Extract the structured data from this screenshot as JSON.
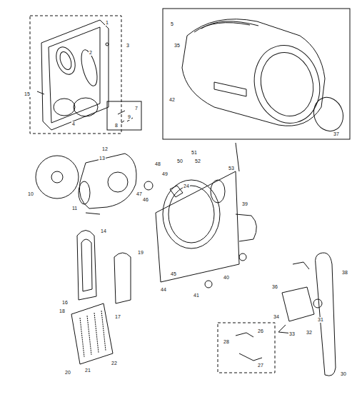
{
  "diagram": {
    "labels": [
      "1",
      "3",
      "2",
      "15",
      "4",
      "5",
      "35",
      "42",
      "37",
      "10",
      "11",
      "12",
      "13",
      "9",
      "7",
      "8",
      "48",
      "50",
      "49",
      "46",
      "47",
      "24",
      "53",
      "39",
      "52",
      "51",
      "40",
      "41",
      "14",
      "16",
      "18",
      "19",
      "17",
      "20",
      "21",
      "22",
      "36",
      "38",
      "34",
      "33",
      "32",
      "31",
      "30",
      "26",
      "27",
      "28",
      "45",
      "44"
    ]
  }
}
